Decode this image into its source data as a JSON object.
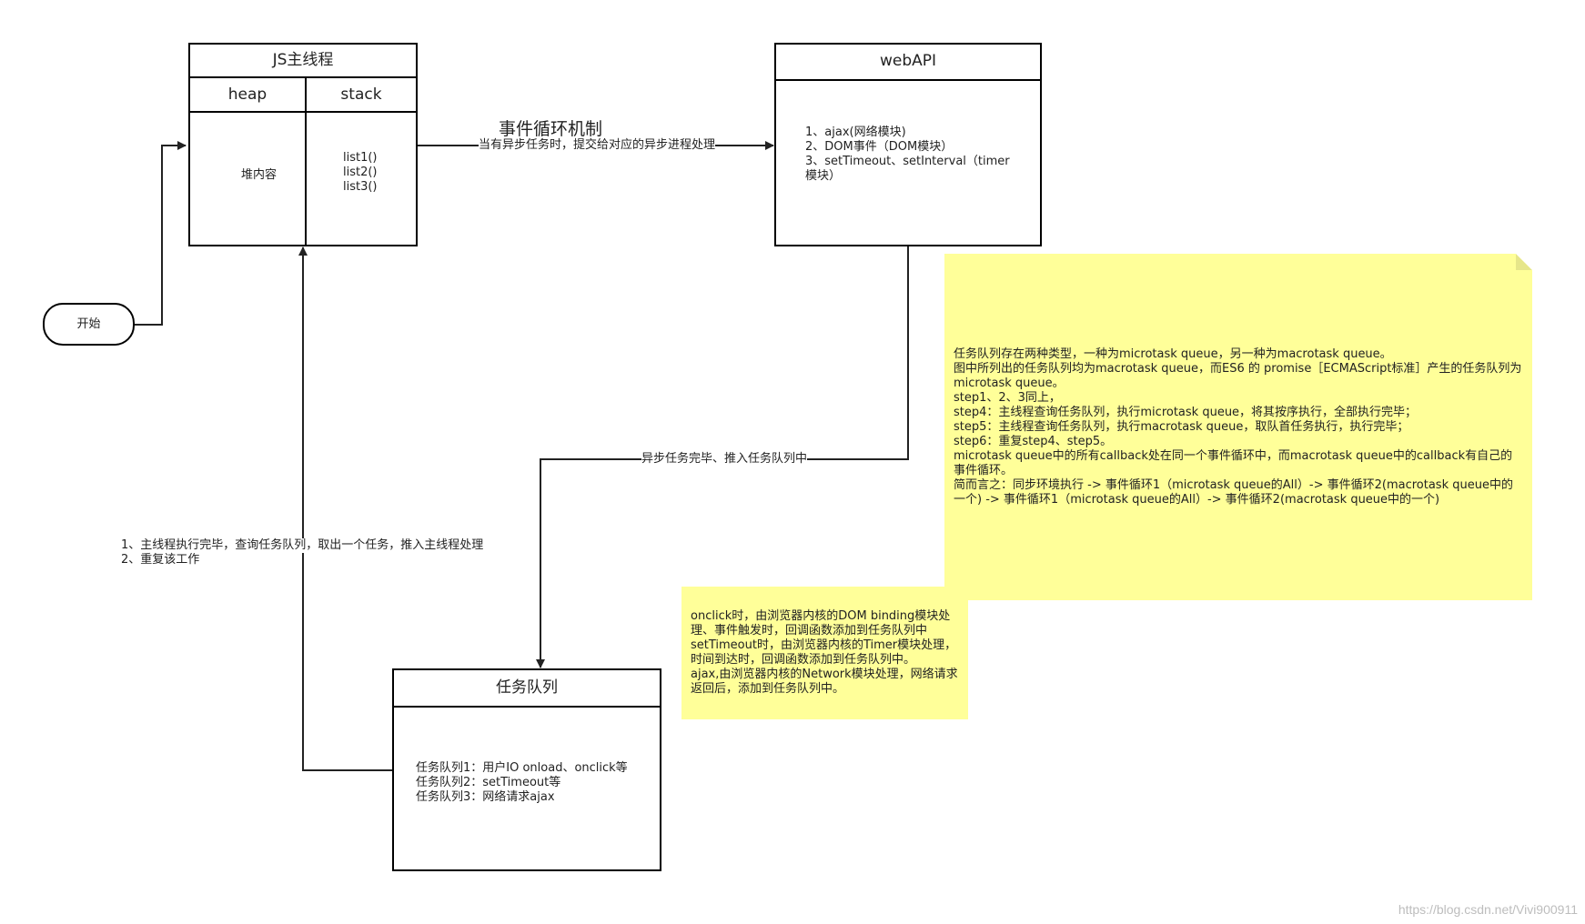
{
  "js_main_thread": {
    "title": "JS主线程",
    "heap_header": "heap",
    "stack_header": "stack",
    "heap_content": "堆内容",
    "stack_items": [
      "list1()",
      "list2()",
      "list3()"
    ]
  },
  "web_api": {
    "title": "webAPI",
    "items": [
      "1、ajax(网络模块)",
      "2、DOM事件（DOM模块）",
      "3、setTimeout、setInterval（timer",
      "模块）"
    ]
  },
  "task_queue": {
    "title": "任务队列",
    "items": [
      "任务队列1：用户IO onload、onclick等",
      "任务队列2：setTimeout等",
      "任务队列3：网络请求ajax"
    ]
  },
  "start": {
    "label": "开始"
  },
  "event_loop": {
    "title": "事件循环机制",
    "subtitle": "当有异步任务时，提交给对应的异步进程处理"
  },
  "labels": {
    "async_done": "异步任务完毕、推入任务队列中",
    "main_loop_1": "1、主线程执行完毕，查询任务队列，取出一个任务，推入主线程处理",
    "main_loop_2": "2、重复该工作"
  },
  "note_large": {
    "text": "任务队列存在两种类型，一种为microtask queue，另一种为macrotask queue。\n图中所列出的任务队列均为macrotask queue，而ES6 的 promise［ECMAScript标准］产生的任务队列为microtask queue。\nstep1、2、3同上，\nstep4：主线程查询任务队列，执行microtask queue，将其按序执行，全部执行完毕；\nstep5：主线程查询任务队列，执行macrotask queue，取队首任务执行，执行完毕；\nstep6：重复step4、step5。\nmicrotask queue中的所有callback处在同一个事件循环中，而macrotask queue中的callback有自己的事件循环。\n简而言之：同步环境执行 -> 事件循环1（microtask queue的All）-> 事件循环2(macrotask queue中的一个) -> 事件循环1（microtask queue的All）-> 事件循环2(macrotask queue中的一个)"
  },
  "note_small": {
    "text": "onclick时，由浏览器内核的DOM binding模块处理、事件触发时，回调函数添加到任务队列中\nsetTimeout时，由浏览器内核的Timer模块处理，时间到达时，回调函数添加到任务队列中。\najax,由浏览器内核的Network模块处理，网络请求返回后，添加到任务队列中。"
  },
  "watermark": "https://blog.csdn.net/Vivi900911",
  "colors": {
    "note_fill": "#ffff99",
    "note_fold": "#e6e68a",
    "line": "#000000"
  }
}
